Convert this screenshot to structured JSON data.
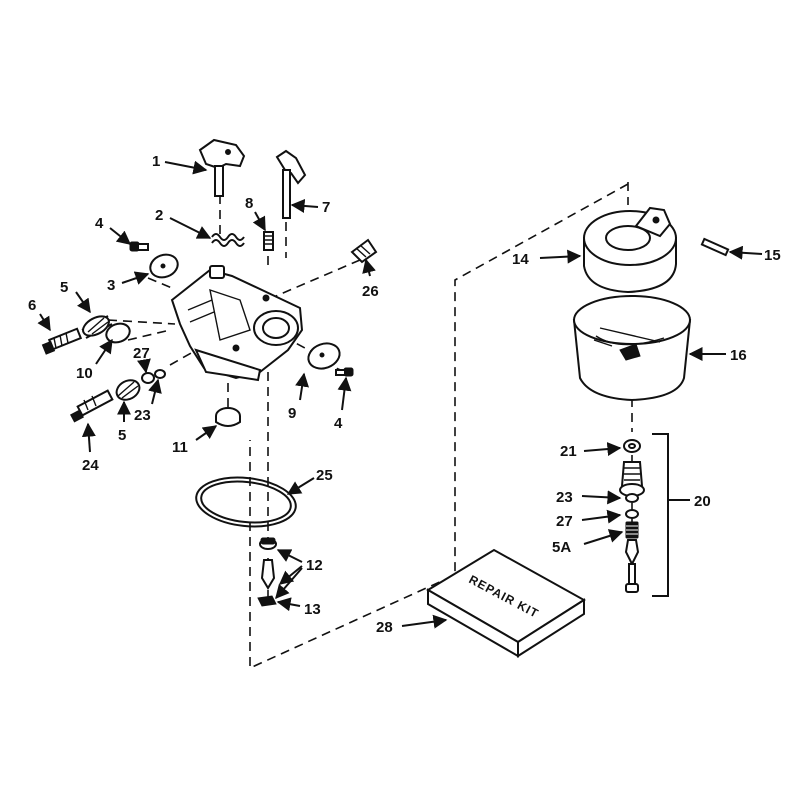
{
  "labels": {
    "p1": "1",
    "p2": "2",
    "p3": "3",
    "p4a": "4",
    "p4b": "4",
    "p5a": "5",
    "p5b": "5",
    "p5A": "5A",
    "p6": "6",
    "p7": "7",
    "p8": "8",
    "p9": "9",
    "p10": "10",
    "p11": "11",
    "p12": "12",
    "p13": "13",
    "p14": "14",
    "p15": "15",
    "p16": "16",
    "p20": "20",
    "p21": "21",
    "p23a": "23",
    "p23b": "23",
    "p24": "24",
    "p25": "25",
    "p26": "26",
    "p27a": "27",
    "p27b": "27",
    "p28": "28"
  },
  "repair_kit_text": "REPAIR KIT",
  "colors": {
    "ink": "#111111",
    "paper": "#ffffff"
  }
}
